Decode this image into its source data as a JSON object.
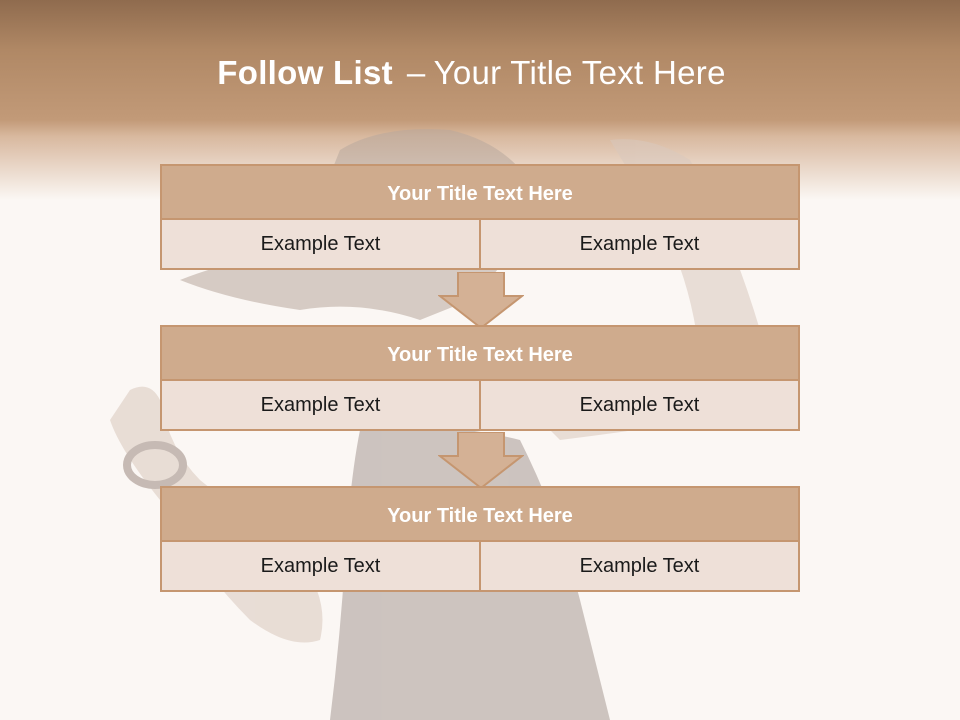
{
  "slide": {
    "title_bold": "Follow List",
    "title_dash": "–",
    "title_rest": "Your Title Text Here"
  },
  "blocks": [
    {
      "title": "Your Title Text Here",
      "left": "Example Text",
      "right": "Example Text"
    },
    {
      "title": "Your Title Text Here",
      "left": "Example Text",
      "right": "Example Text"
    },
    {
      "title": "Your Title Text Here",
      "left": "Example Text",
      "right": "Example Text"
    }
  ],
  "colors": {
    "header": "#b08865",
    "block_title_fill": "#cfab8d",
    "block_border": "#c59670",
    "cell_fill": "#eee0d8",
    "arrow_fill": "#d4b195"
  },
  "icons": {
    "connector": "down-arrow-icon"
  }
}
